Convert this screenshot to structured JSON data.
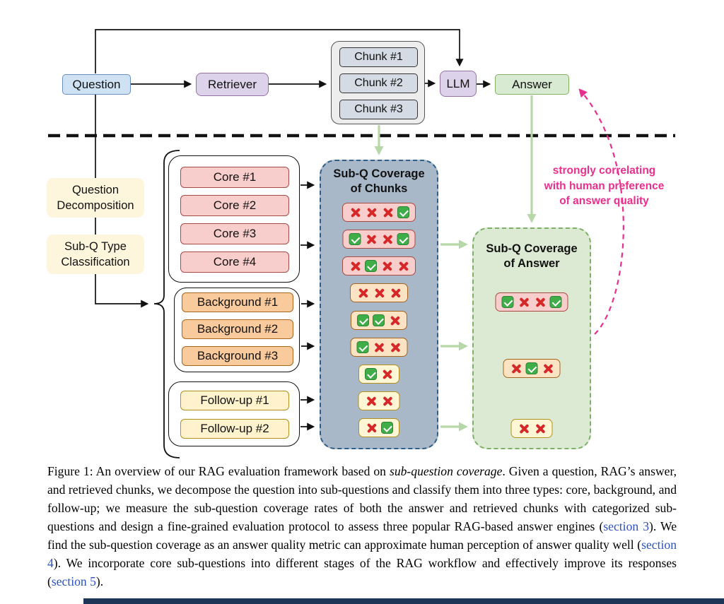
{
  "top_flow": {
    "question": "Question",
    "retriever": "Retriever",
    "chunks": [
      "Chunk #1",
      "Chunk #2",
      "Chunk #3"
    ],
    "llm": "LLM",
    "answer": "Answer"
  },
  "left_labels": {
    "decomposition": "Question Decomposition",
    "classification": "Sub-Q Type Classification"
  },
  "groups": {
    "core": {
      "items": [
        "Core #1",
        "Core #2",
        "Core #3",
        "Core #4"
      ]
    },
    "background": {
      "items": [
        "Background #1",
        "Background #2",
        "Background #3"
      ]
    },
    "followup": {
      "items": [
        "Follow-up #1",
        "Follow-up #2"
      ]
    }
  },
  "coverage_chunks": {
    "title": "Sub-Q Coverage of Chunks",
    "rows": [
      {
        "type": "core",
        "marks": [
          "cross",
          "cross",
          "cross",
          "check"
        ]
      },
      {
        "type": "core",
        "marks": [
          "check",
          "cross",
          "cross",
          "check"
        ]
      },
      {
        "type": "core",
        "marks": [
          "cross",
          "check",
          "cross",
          "cross"
        ]
      },
      {
        "type": "background",
        "marks": [
          "cross",
          "cross",
          "cross"
        ]
      },
      {
        "type": "background",
        "marks": [
          "check",
          "check",
          "cross"
        ]
      },
      {
        "type": "background",
        "marks": [
          "check",
          "cross",
          "cross"
        ]
      },
      {
        "type": "followup",
        "marks": [
          "check",
          "cross"
        ]
      },
      {
        "type": "followup",
        "marks": [
          "cross",
          "cross"
        ]
      },
      {
        "type": "followup",
        "marks": [
          "cross",
          "check"
        ]
      }
    ]
  },
  "coverage_answer": {
    "title": "Sub-Q Coverage of Answer",
    "rows": [
      {
        "type": "core",
        "marks": [
          "check",
          "cross",
          "cross",
          "check"
        ]
      },
      {
        "type": "background",
        "marks": [
          "cross",
          "check",
          "cross"
        ]
      },
      {
        "type": "followup",
        "marks": [
          "cross",
          "cross"
        ]
      }
    ]
  },
  "annotation": {
    "lines": [
      "strongly correlating",
      "with human preference",
      "of answer quality"
    ]
  },
  "caption": {
    "part1": "Figure 1: An overview of our RAG evaluation framework based on ",
    "italic": "sub-question coverage",
    "part2": ". Given a question, RAG’s answer, and retrieved chunks, we decompose the question into sub-questions and classify them into three types: core, background, and follow-up; we measure the sub-question coverage rates of both the answer and retrieved chunks with categorized sub-questions and design a fine-grained evaluation protocol to assess three popular RAG-based answer engines (",
    "link3": "section 3",
    "part3": "). We find the sub-question coverage as an answer quality metric can approximate human perception of answer quality well (",
    "link4": "section 4",
    "part4": "). We incorporate core sub-questions into different stages of the RAG workflow and effectively improve its responses (",
    "link5": "section 5",
    "part5": ")."
  },
  "colors": {
    "annotation_pink": "#ea2f8e",
    "link_blue": "#2d53c0",
    "check_green": "#3fae49",
    "cross_red": "#d62828",
    "chunks_panel_blue": "#a9b8c9",
    "answer_panel_green": "#dcead3"
  }
}
